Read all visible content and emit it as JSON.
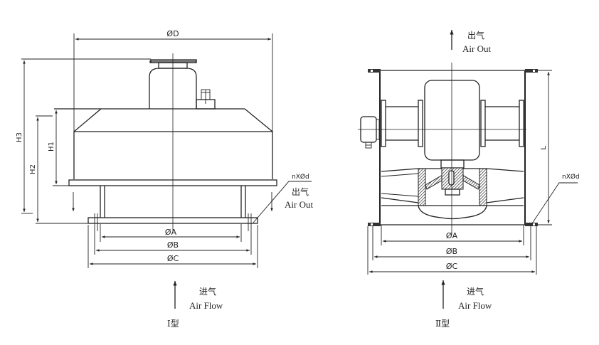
{
  "type_i": {
    "caption": "I型",
    "dims": {
      "D": "ØD",
      "A": "ØA",
      "B": "ØB",
      "C": "ØC",
      "H1": "H1",
      "H2": "H2",
      "H3": "H3",
      "holes": "nXØd"
    },
    "air_out": {
      "cn": "出气",
      "en": "Air Out"
    },
    "air_in": {
      "cn": "进气",
      "en": "Air Flow"
    }
  },
  "type_ii": {
    "caption": "Ⅱ型",
    "dims": {
      "A": "ØA",
      "B": "ØB",
      "C": "ØC",
      "L": "L",
      "holes": "nXØd"
    },
    "air_out": {
      "cn": "出气",
      "en": "Air Out"
    },
    "air_in": {
      "cn": "进气",
      "en": "Air Flow"
    }
  }
}
